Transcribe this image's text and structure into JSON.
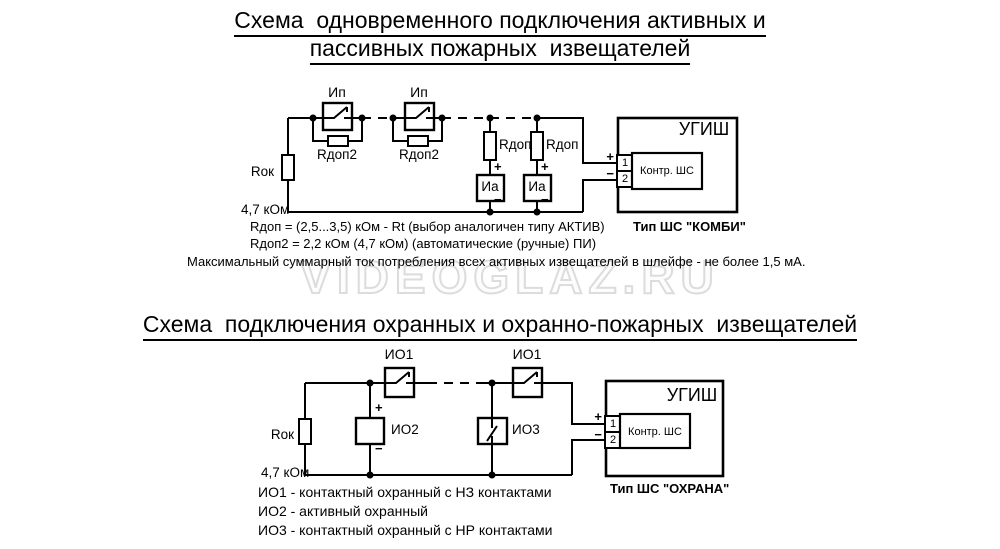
{
  "watermark": {
    "text": "VIDEOGLAZ.RU",
    "outline_color": "#dcdcdc"
  },
  "section1": {
    "title_line1": "Схема  одновременного подключения активных и",
    "title_line2": "пассивных пожарных  извещателей",
    "circuit": {
      "rok_name": "Rок",
      "rok_value": "4,7 кОм",
      "detector_passive": "Ип",
      "rdop2": "Rдоп2",
      "rdop": "Rдоп",
      "detector_active": "Иа",
      "plus": "+",
      "minus": "−",
      "terminal_1": "1",
      "terminal_2": "2",
      "device_name": "УГИШ",
      "loop_control": "Контр. ШС",
      "loop_type": "Тип ШС \"КОМБИ\""
    },
    "notes": [
      "Rдоп = (2,5...3,5) кОм - Rt (выбор аналогичен типу АКТИВ)",
      "Rдоп2 = 2,2 кОм (4,7 кОм) (автоматические (ручные) ПИ)",
      "Максимальный суммарный ток потребления всех активных извещателей в шлейфе - не более 1,5 мА."
    ]
  },
  "section2": {
    "title": "Схема  подключения охранных и охранно-пожарных  извещателей",
    "circuit": {
      "rok_name": "Rок",
      "rok_value": "4,7 кОм",
      "io1": "ИО1",
      "io2": "ИО2",
      "io3": "ИО3",
      "plus": "+",
      "minus": "−",
      "terminal_1": "1",
      "terminal_2": "2",
      "device_name": "УГИШ",
      "loop_control": "Контр. ШС",
      "loop_type": "Тип ШС \"ОХРАНА\""
    },
    "legend": [
      "ИО1 - контактный охранный с НЗ контактами",
      "ИО2 - активный охранный",
      "ИО3 - контактный охранный с НР контактами"
    ]
  }
}
